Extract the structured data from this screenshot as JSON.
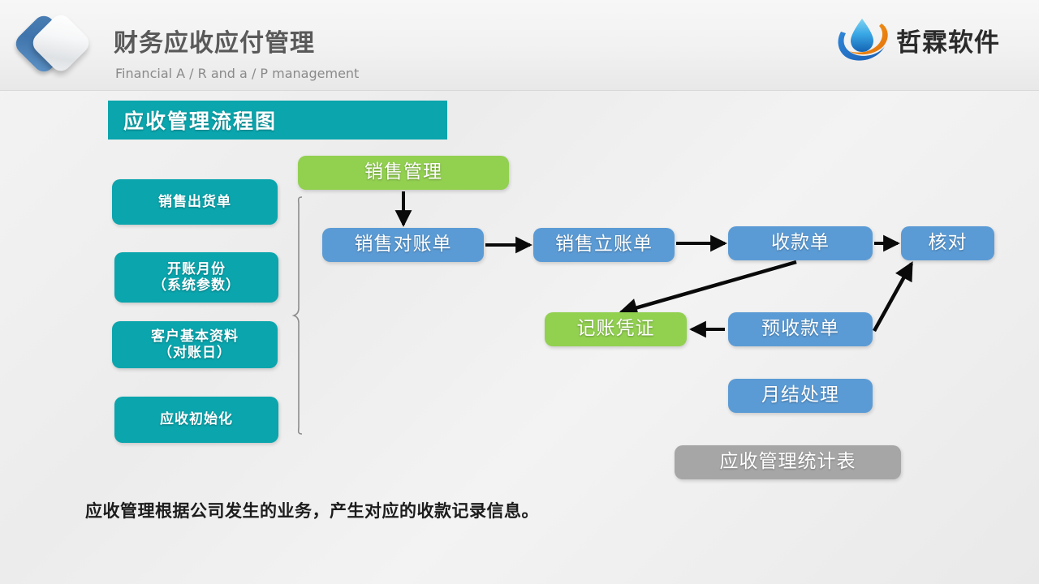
{
  "header": {
    "title_cn": "财务应收应付管理",
    "title_en": "Financial A / R and a / P management",
    "logo_mark": "diamond-logo",
    "brand_name": "哲霖软件",
    "brand_glyph": "water-drop-swoosh-icon"
  },
  "banner": {
    "label": "应收管理流程图"
  },
  "prerequisites": [
    {
      "label": "销售出货单"
    },
    {
      "label": "开账月份\n（系统参数）"
    },
    {
      "label": "客户基本资料\n（对账日）"
    },
    {
      "label": "应收初始化"
    }
  ],
  "flow": {
    "nodes": [
      {
        "id": "sales_mgmt",
        "label": "销售管理",
        "color": "green"
      },
      {
        "id": "sales_recon",
        "label": "销售对账单",
        "color": "blue"
      },
      {
        "id": "sales_estab",
        "label": "销售立账单",
        "color": "blue"
      },
      {
        "id": "receipt",
        "label": "收款单",
        "color": "blue"
      },
      {
        "id": "check",
        "label": "核对",
        "color": "blue"
      },
      {
        "id": "voucher",
        "label": "记账凭证",
        "color": "green"
      },
      {
        "id": "prepay",
        "label": "预收款单",
        "color": "blue"
      },
      {
        "id": "month_close",
        "label": "月结处理",
        "color": "blue"
      },
      {
        "id": "stats_report",
        "label": "应收管理统计表",
        "color": "grey"
      }
    ],
    "edges": [
      {
        "from": "sales_mgmt",
        "to": "sales_recon"
      },
      {
        "from": "sales_recon",
        "to": "sales_estab"
      },
      {
        "from": "sales_estab",
        "to": "receipt"
      },
      {
        "from": "receipt",
        "to": "check"
      },
      {
        "from": "receipt",
        "to": "voucher"
      },
      {
        "from": "prepay",
        "to": "voucher"
      },
      {
        "from": "prepay",
        "to": "check"
      }
    ]
  },
  "caption": {
    "text": "应收管理根据公司发生的业务，产生对应的收款记录信息。"
  },
  "colors": {
    "teal": "#0aa5ad",
    "blue": "#5b9bd5",
    "green": "#92d050",
    "grey": "#a6a6a6",
    "title_grey": "#595959",
    "subtitle_grey": "#8a8a8a",
    "background": "#f0f0f0"
  }
}
